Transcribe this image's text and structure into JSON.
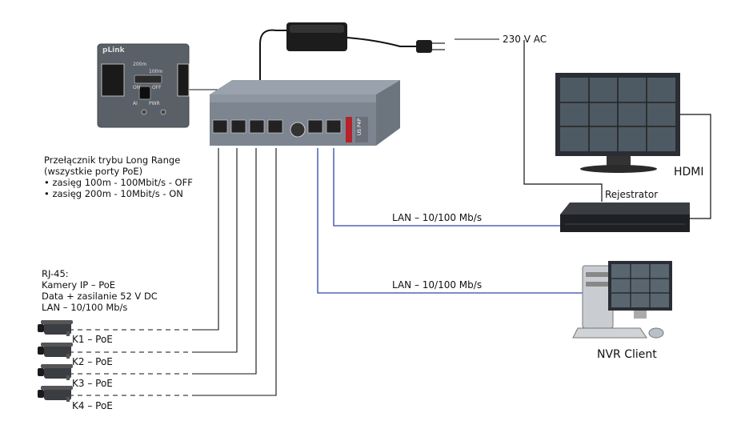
{
  "power": {
    "label": "230 V AC"
  },
  "hdmi": {
    "label": "HDMI"
  },
  "recorder": {
    "label": "Rejestrator"
  },
  "nvr_client": {
    "label": "NVR Client"
  },
  "lan_recorder": {
    "label": "LAN – 10/100 Mb/s"
  },
  "lan_client": {
    "label": "LAN – 10/100 Mb/s"
  },
  "switch_mode": {
    "lines": [
      "Przełącznik trybu Long Range",
      "(wszystkie porty PoE)",
      "• zasięg 100m - 100Mbit/s - OFF",
      "• zasięg 200m - 10Mbit/s - ON"
    ]
  },
  "rj45": {
    "lines": [
      "RJ-45:",
      "Kamery IP – PoE",
      "Data + zasilanie 52 V DC",
      "LAN – 10/100 Mb/s"
    ]
  },
  "cameras": [
    {
      "label": "K1 – PoE"
    },
    {
      "label": "K2 – PoE"
    },
    {
      "label": "K3 – PoE"
    },
    {
      "label": "K4 – PoE"
    }
  ],
  "inset": {
    "brand": "pLink",
    "s200": "200m",
    "s100": "100m",
    "on": "ON",
    "off": "OFF",
    "ai": "AI",
    "pwr": "PWR"
  },
  "device_model": "US P4P"
}
